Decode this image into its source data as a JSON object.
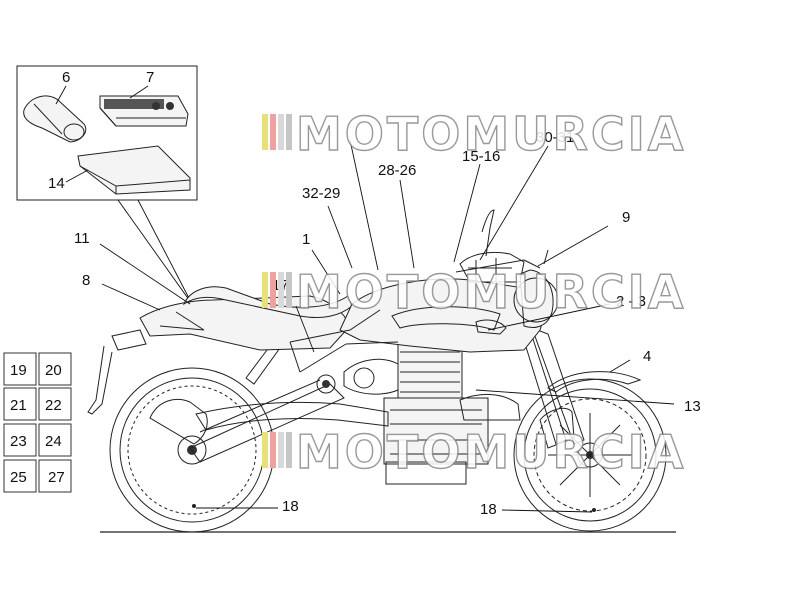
{
  "watermark": {
    "text": "MOTOMURCIA",
    "colors": [
      "#e8e07a",
      "#f0a0a0",
      "#d9d9d9",
      "#c6c6c6"
    ]
  },
  "callouts": {
    "c6": "6",
    "c7": "7",
    "c14": "14",
    "c11": "11",
    "c8": "8",
    "c1": "1",
    "c32_29": "32-29",
    "c28_26": "28-26",
    "c15_16": "15-16",
    "c30_31": "30-31",
    "c9": "9",
    "c17": "17",
    "c2_3": "2 - 3",
    "c4": "4",
    "c13": "13",
    "c18_rear": "18",
    "c18_front": "18"
  },
  "sticker_boxes": [
    "19",
    "20",
    "21",
    "22",
    "23",
    "24",
    "25",
    "27"
  ]
}
